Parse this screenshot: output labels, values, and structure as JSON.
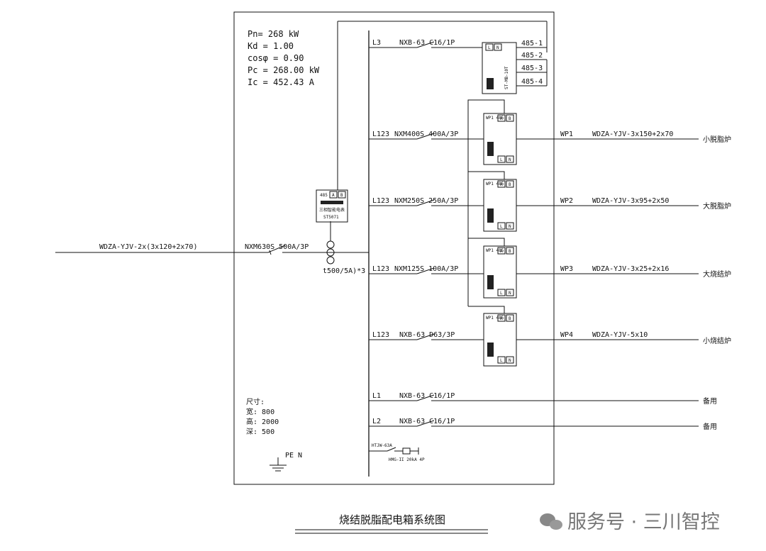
{
  "params": [
    "Pn= 268 kW",
    "Kd = 1.00",
    "cosφ = 0.90",
    "Pc = 268.00 kW",
    "Ic = 452.43 A"
  ],
  "incoming": {
    "cable": "WDZA-YJV-2x(3x120+2x70)",
    "breaker": "NXM630S 500A/3P",
    "ct": "t500/5A)*3"
  },
  "main_meter": {
    "tag": "485",
    "terms": [
      "A",
      "B"
    ],
    "name": "三相智能电表",
    "model": "ST5071"
  },
  "small_meter": {
    "terms": [
      "L",
      "N"
    ],
    "model": "ST-MB-10T"
  },
  "rs485": [
    "485-1",
    "485-2",
    "485-3",
    "485-4"
  ],
  "branches": [
    {
      "phase": "L3",
      "breaker": "NXB-63 C16/1P"
    },
    {
      "phase": "L123",
      "breaker": "NXM400S 400A/3P",
      "circuit": "WP1",
      "cable": "WDZA-YJV-3x150+2x70",
      "load": "小脱脂炉"
    },
    {
      "phase": "L123",
      "breaker": "NXM250S 250A/3P",
      "circuit": "WP2",
      "cable": "WDZA-YJV-3x95+2x50",
      "load": "大脱脂炉"
    },
    {
      "phase": "L123",
      "breaker": "NXM125S 100A/3P",
      "circuit": "WP3",
      "cable": "WDZA-YJV-3x25+2x16",
      "load": "大烧结炉"
    },
    {
      "phase": "L123",
      "breaker": "NXB-63 D63/3P",
      "circuit": "WP4",
      "cable": "WDZA-YJV-5x10",
      "load": "小烧结炉"
    },
    {
      "phase": "L1",
      "breaker": "NXB-63 C16/1P",
      "load": "备用"
    },
    {
      "phase": "L2",
      "breaker": "NXB-63 C16/1P",
      "load": "备用"
    }
  ],
  "branch_meter": {
    "tag": "WP1 485",
    "terms": [
      "A",
      "B"
    ],
    "bottom_terms": [
      "L",
      "N"
    ]
  },
  "spd": {
    "label": "HTJW-63A",
    "model": "HMG-II 20kA 4P"
  },
  "size": {
    "label": "尺寸:",
    "width": "宽: 800",
    "height": "高: 2000",
    "depth": "深: 500"
  },
  "pe": "PE N",
  "title": "烧结脱脂配电箱系统图",
  "watermark": "服务号 · 三川智控"
}
